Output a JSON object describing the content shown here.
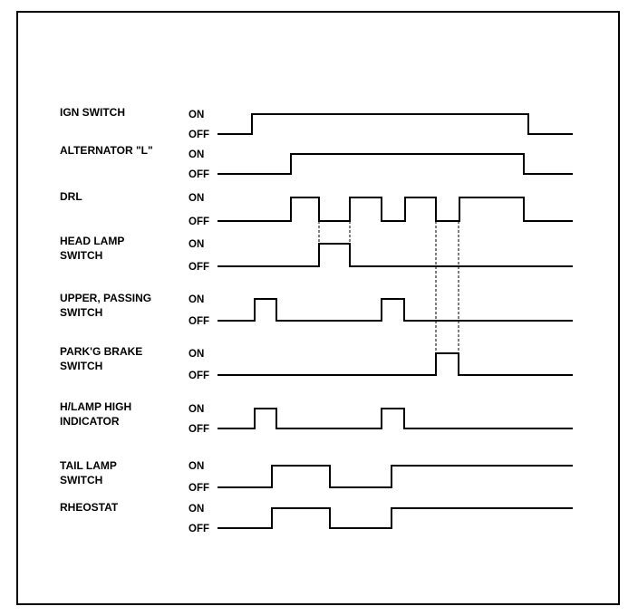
{
  "diagram": {
    "state_on": "ON",
    "state_off": "OFF",
    "signals": [
      {
        "name": "ign-switch",
        "label": [
          "IGN SWITCH"
        ],
        "initial": 0,
        "transitions": [
          278,
          583
        ]
      },
      {
        "name": "alternator-l",
        "label": [
          "ALTERNATOR \"L\""
        ],
        "initial": 0,
        "transitions": [
          321,
          578
        ]
      },
      {
        "name": "drl",
        "label": [
          "DRL"
        ],
        "initial": 0,
        "transitions": [
          321,
          352,
          386,
          421,
          447,
          481,
          507,
          578
        ]
      },
      {
        "name": "head-lamp-switch",
        "label": [
          "HEAD LAMP",
          "SWITCH"
        ],
        "initial": 0,
        "transitions": [
          352,
          386
        ]
      },
      {
        "name": "upper-passing-switch",
        "label": [
          "UPPER, PASSING",
          "SWITCH"
        ],
        "initial": 0,
        "transitions": [
          281,
          305,
          421,
          446
        ]
      },
      {
        "name": "parking-brake-switch",
        "label": [
          "PARK'G BRAKE",
          "SWITCH"
        ],
        "initial": 0,
        "transitions": [
          481,
          506
        ]
      },
      {
        "name": "h-lamp-high-indicator",
        "label": [
          "H/LAMP HIGH",
          "INDICATOR"
        ],
        "initial": 0,
        "transitions": [
          281,
          305,
          421,
          446
        ]
      },
      {
        "name": "tail-lamp-switch",
        "label": [
          "TAIL LAMP",
          "SWITCH"
        ],
        "initial": 0,
        "transitions": [
          300,
          364,
          432
        ]
      },
      {
        "name": "rheostat",
        "label": [
          "RHEOSTAT"
        ],
        "initial": 0,
        "transitions": [
          300,
          364,
          432
        ]
      }
    ]
  }
}
